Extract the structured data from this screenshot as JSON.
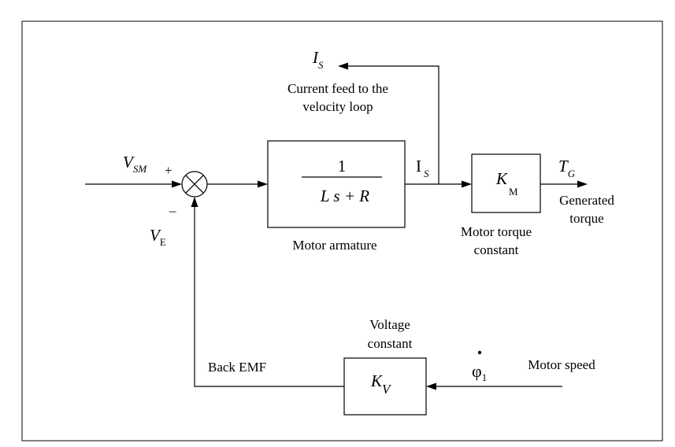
{
  "signals": {
    "vsm": {
      "main": "V",
      "sub": "SM"
    },
    "ve": {
      "main": "V",
      "sub": "E"
    },
    "is_top": {
      "main": "I",
      "sub": "S"
    },
    "is_mid": {
      "main": "I",
      "sub": "S"
    },
    "tg": {
      "main": "T",
      "sub": "G"
    },
    "phi": {
      "main": "φ",
      "sub": "1"
    }
  },
  "summing_junction": {
    "plus": "+",
    "minus": "–"
  },
  "blocks": {
    "armature": {
      "numerator": "1",
      "denominator": "L s + R",
      "label": "Motor armature"
    },
    "torque_constant": {
      "main": "K",
      "sub": "M",
      "label_line1": "Motor torque",
      "label_line2": "constant"
    },
    "voltage_constant": {
      "main": "K",
      "sub": "V",
      "label_line1": "Voltage",
      "label_line2": "constant"
    }
  },
  "labels": {
    "current_feed_line1": "Current feed to the",
    "current_feed_line2": "velocity loop",
    "generated_line1": "Generated",
    "generated_line2": "torque",
    "back_emf": "Back EMF",
    "motor_speed": "Motor speed"
  }
}
